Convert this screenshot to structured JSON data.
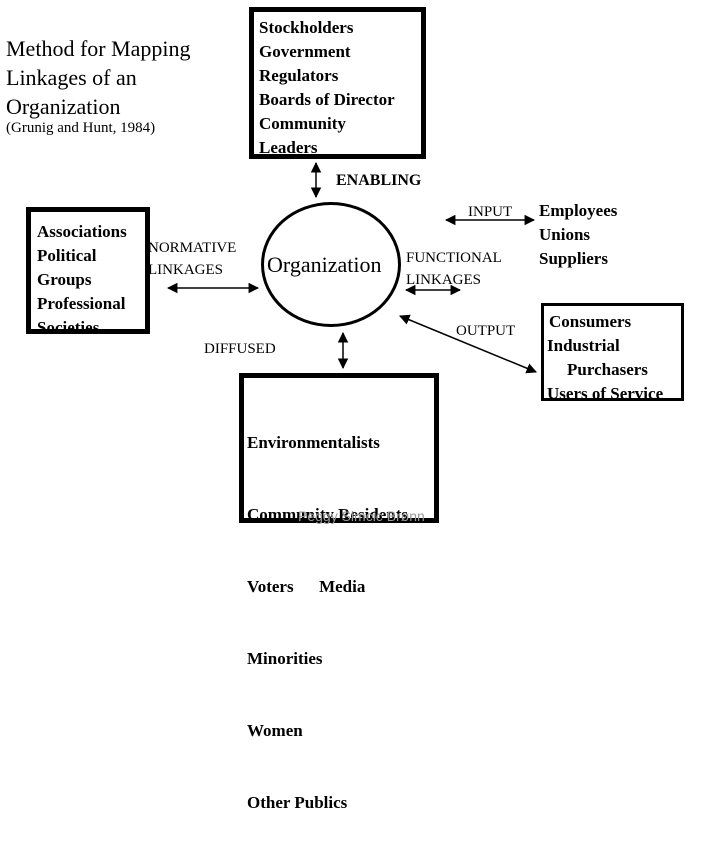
{
  "title_lines": [
    "Method for Mapping",
    "Linkages of an",
    "Organization"
  ],
  "citation": "(Grunig and Hunt, 1984)",
  "enabling": {
    "items": [
      "Stockholders",
      "Government",
      "Regulators",
      "Boards of Director",
      "Community",
      "Leaders"
    ],
    "label": "ENABLING"
  },
  "normative": {
    "items": [
      "Associations",
      "Political",
      "Groups",
      "Professional",
      "Societies"
    ],
    "label_lines": [
      "NORMATIVE",
      "LINKAGES"
    ]
  },
  "center": {
    "label": "Organization"
  },
  "functional": {
    "label_lines": [
      "FUNCTIONAL",
      "LINKAGES"
    ],
    "input_label": "INPUT",
    "input_items": [
      "Employees",
      "Unions",
      "Suppliers"
    ],
    "output_label": "OUTPUT",
    "output_items": [
      "Consumers",
      "Industrial",
      "Purchasers",
      "Users of Service"
    ]
  },
  "diffused": {
    "label": "DIFFUSED",
    "items": [
      "Environmentalists",
      "Community Residents",
      "Voters      Media",
      "Minorities",
      "Women",
      "Other Publics"
    ]
  },
  "footer": "Peggy Simcic Brønn"
}
